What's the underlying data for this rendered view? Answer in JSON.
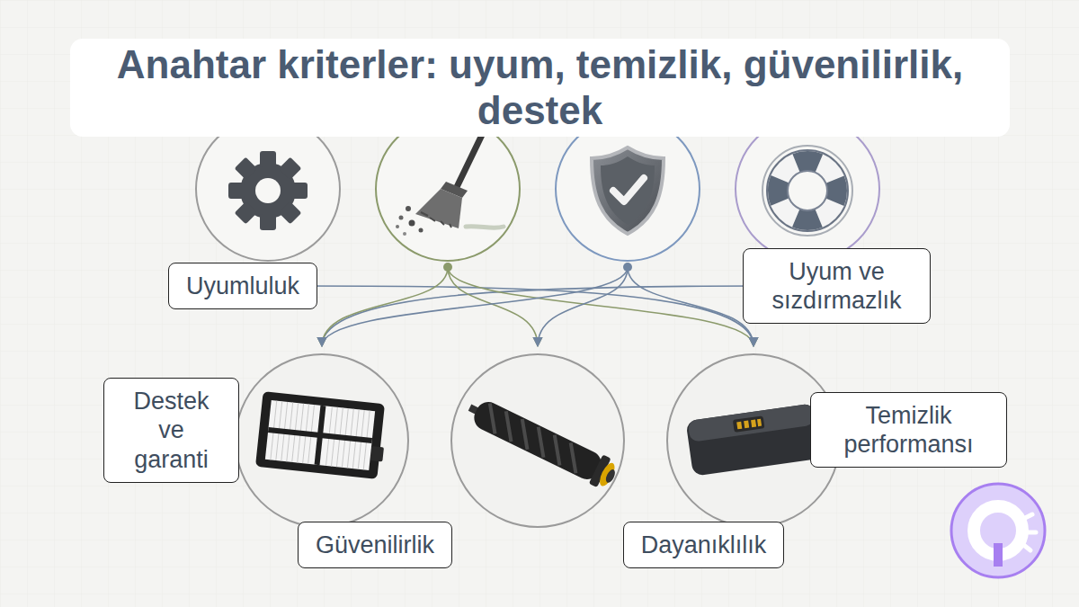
{
  "diagram": {
    "title": "Anahtar kriterler: uyum, temizlik, güvenilirlik, destek",
    "nodes": [
      {
        "text": [
          "Uyumluluk"
        ]
      },
      {
        "text": [
          "Uyum ve sızdırmazlık"
        ]
      },
      {
        "text": [
          "Destek ve garanti"
        ]
      },
      {
        "text": [
          "Temizlik performansı"
        ]
      },
      {
        "text": [
          "Güvenilirlik"
        ]
      },
      {
        "text": [
          "Dayanıklılık"
        ]
      }
    ]
  }
}
